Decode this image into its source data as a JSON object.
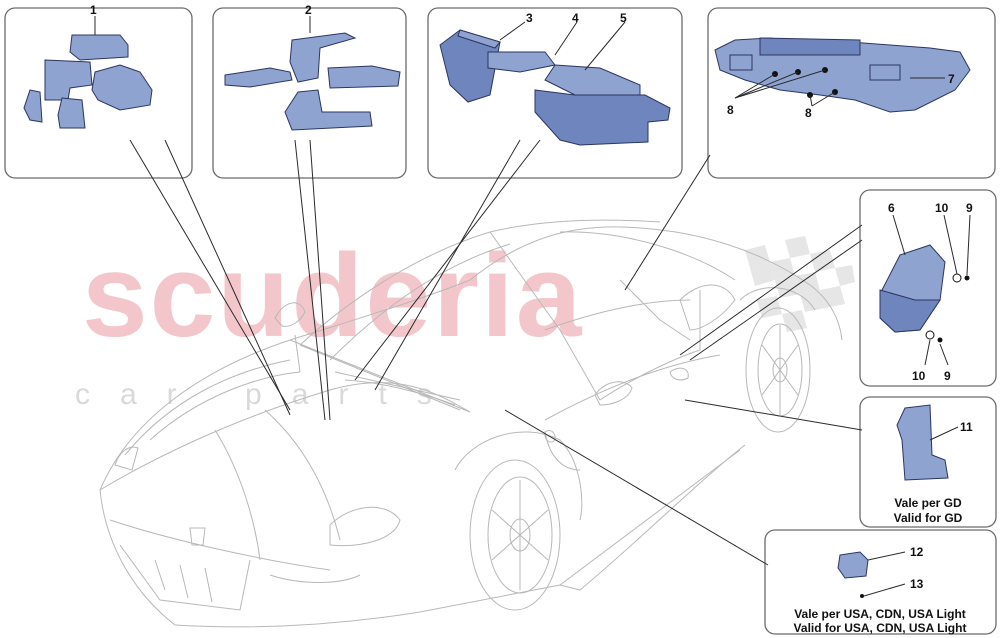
{
  "watermark": {
    "main": "scuderia",
    "sub": "car parts"
  },
  "callouts": {
    "c1": "1",
    "c2": "2",
    "c3": "3",
    "c4": "4",
    "c5": "5",
    "c6": "6",
    "c7": "7",
    "c8a": "8",
    "c8b": "8",
    "c9a": "9",
    "c9b": "9",
    "c10a": "10",
    "c10b": "10",
    "c11": "11",
    "c12": "12",
    "c13": "13"
  },
  "notes": {
    "gd_it": "Vale per GD",
    "gd_en": "Valid for GD",
    "usa_it": "Vale per USA, CDN, USA Light",
    "usa_en": "Valid for USA, CDN, USA Light"
  },
  "colors": {
    "part_fill": "#8fa3d1",
    "part_stroke": "#2b3560",
    "watermark": "#f3c6cb",
    "car_outline": "#b8b8b8"
  }
}
